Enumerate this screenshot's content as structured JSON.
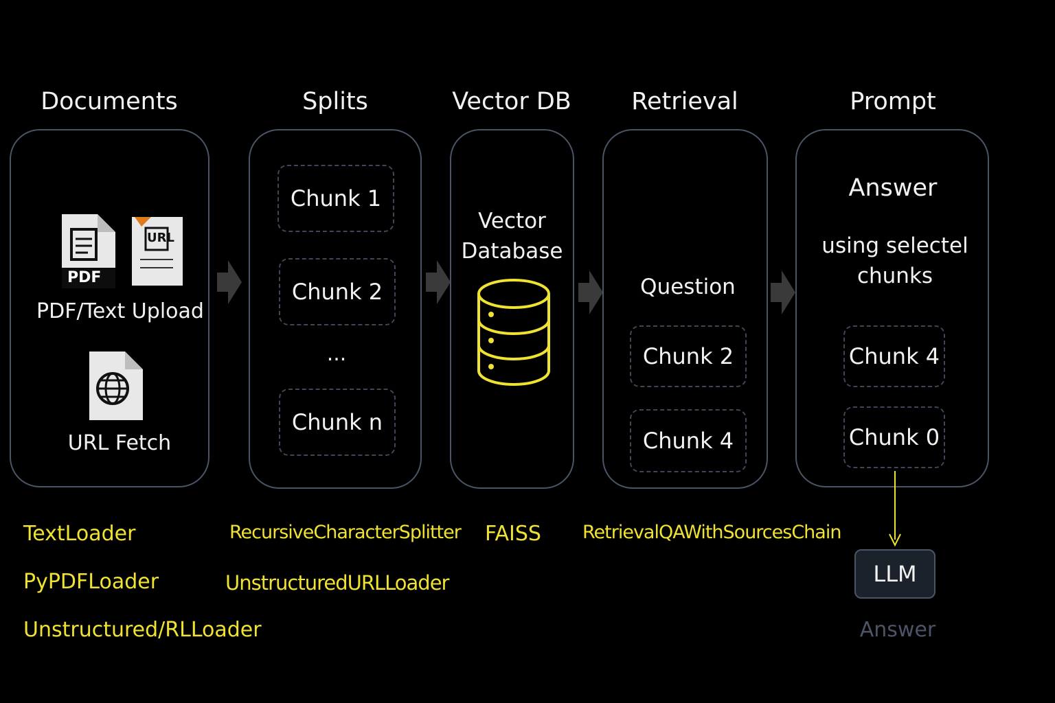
{
  "stages": {
    "documents": "Documents",
    "splits": "Splits",
    "vector_db": "Vector DB",
    "retrieval": "Retrieval",
    "prompt": "Prompt"
  },
  "documents": {
    "pdf_icon_text": "PDF",
    "url_icon_text": "URL",
    "pdf_upload": "PDF/Text Upload",
    "url_fetch": "URL Fetch"
  },
  "splits": {
    "chunk_1": "Chunk 1",
    "chunk_2": "Chunk 2",
    "ellipsis": "...",
    "chunk_n": "Chunk n"
  },
  "vector_db": {
    "line1": "Vector",
    "line2": "Database"
  },
  "retrieval": {
    "question": "Question",
    "chunk_a": "Chunk 2",
    "chunk_b": "Chunk 4"
  },
  "prompt": {
    "answer": "Answer",
    "line1": "using selectel",
    "line2": "chunks",
    "chunk_a": "Chunk 4",
    "chunk_b": "Chunk 0"
  },
  "tools": {
    "text_loader": "TextLoader",
    "pypdf_loader": "PyPDFLoader",
    "unstructured_rl_loader": "Unstructured/RLLoader",
    "recursive_splitter": "RecursiveCharacterSplitter",
    "unstructured_url_loader": "UnstructuredURLLoader",
    "faiss": "FAISS",
    "retrieval_chain": "RetrievalQAWithSourcesChain"
  },
  "llm": {
    "label": "LLM",
    "answer": "Answer"
  },
  "colors": {
    "accent": "#f0e231",
    "panel_border": "#4a5568",
    "dashed_border": "#3f4756",
    "muted": "#4c5566"
  }
}
